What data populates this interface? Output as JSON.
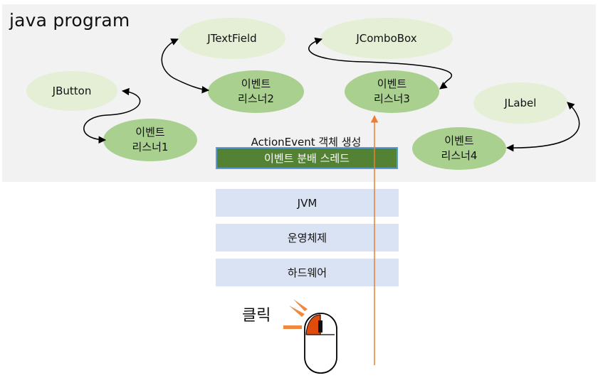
{
  "panel": {
    "title": "java program"
  },
  "components": {
    "jbutton": "JButton",
    "jtextfield": "JTextField",
    "jcombobox": "JComboBox",
    "jlabel": "JLabel"
  },
  "listeners": {
    "l1": {
      "line1": "이벤트",
      "line2": "리스너1"
    },
    "l2": {
      "line1": "이벤트",
      "line2": "리스너2"
    },
    "l3": {
      "line1": "이벤트",
      "line2": "리스너3"
    },
    "l4": {
      "line1": "이벤트",
      "line2": "리스너4"
    }
  },
  "action_event_label": "ActionEvent 객체 생성",
  "event_dispatch_thread": "이벤트 분배 스레드",
  "layers": [
    "JVM",
    "운영체제",
    "하드웨어"
  ],
  "click_label": "클릭",
  "colors": {
    "panel_bg": "#f2f2f2",
    "component_fill": "#e4efd6",
    "listener_fill": "#a9d08e",
    "thread_fill": "#548235",
    "thread_border": "#5b9bd5",
    "layer_fill": "#dae3f3",
    "event_arrow": "#ed7d31",
    "mouse_button": "#e04a0a"
  },
  "icons": [
    "mouse-icon",
    "click-burst-icon"
  ]
}
